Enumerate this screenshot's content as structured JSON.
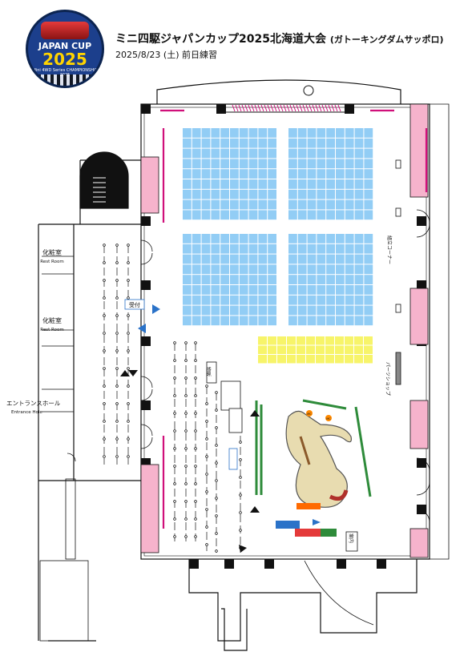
{
  "header": {
    "title": "ミニ四駆ジャパンカップ2025北海道大会",
    "venue": "(ガトーキングダムサッポロ)",
    "date": "2025/8/23 (土) 前日練習"
  },
  "logo": {
    "line1": "JAPAN CUP",
    "line2": "2025",
    "line3": "Mini 4WD Series CHAMPIONSHIP 2025"
  },
  "rooms": {
    "restroom_upper_jp": "化粧室",
    "restroom_upper_en": "Rest Room",
    "restroom_lower_jp": "化粧室",
    "restroom_lower_en": "Rest Room",
    "entrance_jp": "エントランスホール",
    "entrance_en": "Entrance Hole"
  },
  "labels": {
    "reception": "受付",
    "shop": "物販",
    "pit_corner": "組立コーナー",
    "parts_booth": "パーツショップ",
    "info": "案内",
    "mc1": "MC",
    "mc2": "MC"
  },
  "colors": {
    "seating": "#92cdf5",
    "yellow_area": "#f7f46a",
    "pink_wall": "#f6b3cc",
    "accent_line": "#d0107a",
    "track_rail": "#2e8b3a",
    "arrow": "#2a72c8"
  },
  "seating": {
    "blocks": [
      {
        "name": "seating-block-top-left",
        "cols": 10,
        "rows": 9
      },
      {
        "name": "seating-block-top-right",
        "cols": 9,
        "rows": 9
      },
      {
        "name": "seating-block-bottom-left",
        "cols": 10,
        "rows": 9
      },
      {
        "name": "seating-block-bottom-right",
        "cols": 9,
        "rows": 9
      }
    ],
    "yellow": {
      "cols": 12,
      "rows": 3
    }
  }
}
